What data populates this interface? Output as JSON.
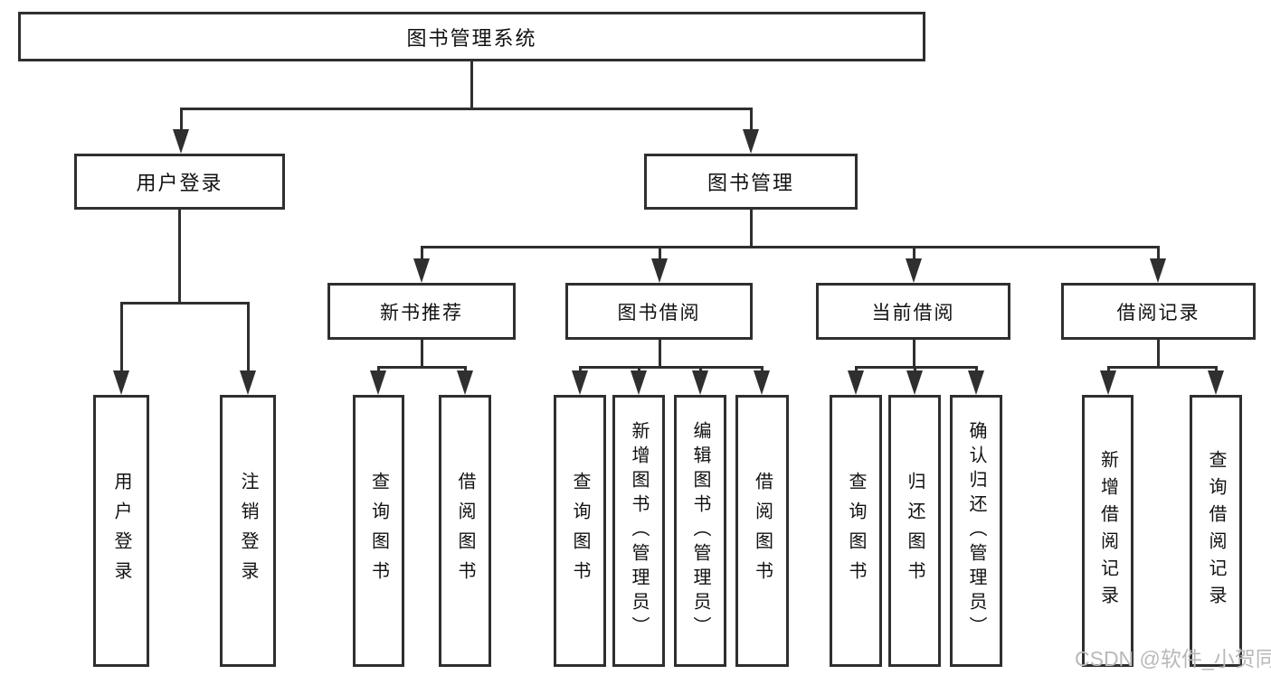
{
  "colors": {
    "line": "#2f2f2f",
    "text": "#111111",
    "node_background": "#ffffff",
    "page_background": "#ffffff",
    "watermark": "#b9b9b9"
  },
  "watermark": {
    "text": "CSDN @软件_小贺同学"
  },
  "tree": {
    "root": {
      "label": "图书管理系统"
    },
    "branches": [
      {
        "label": "用户登录",
        "children": [
          "用户登录",
          "注销登录"
        ]
      },
      {
        "label": "图书管理",
        "children": [
          {
            "label": "新书推荐",
            "children": [
              "查询图书",
              "借阅图书"
            ]
          },
          {
            "label": "图书借阅",
            "children": [
              "查询图书",
              "新增图书（管理员）",
              "编辑图书（管理员）",
              "借阅图书"
            ]
          },
          {
            "label": "当前借阅",
            "children": [
              "查询图书",
              "归还图书",
              "确认归还（管理员）"
            ]
          },
          {
            "label": "借阅记录",
            "children": [
              "新增借阅记录",
              "查询借阅记录"
            ]
          }
        ]
      }
    ]
  }
}
